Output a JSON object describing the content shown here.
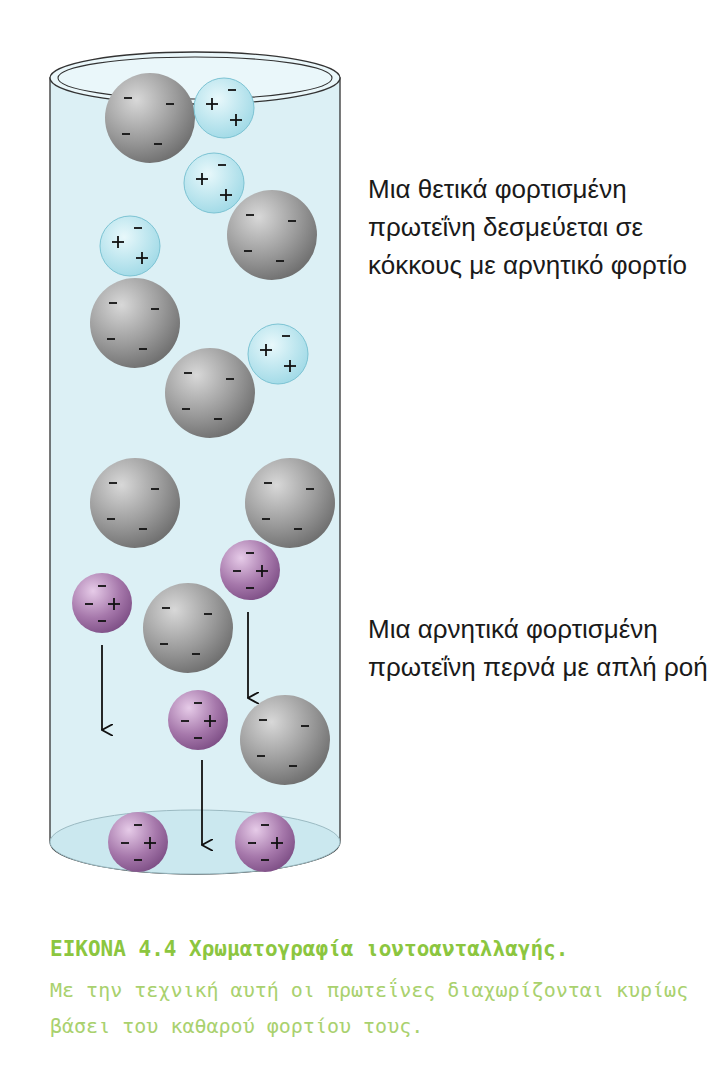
{
  "diagram": {
    "title": "ΕΙΚΟΝΑ 4.4 Χρωματογραφία ιοντοανταλλαγής.",
    "caption": "Με την τεχνική αυτή οι πρωτεΐνες διαχωρίζονται κυρίως βάσει του καθαρού φορτίου τους.",
    "labels": [
      "Μια θετικά φορτισμένη πρωτεΐνη δεσμεύεται σε κόκκους με αρνητικό φορτίο",
      "Μια αρνητικά φορτισμένη πρωτεΐνη περνά με απλή ροή"
    ]
  }
}
